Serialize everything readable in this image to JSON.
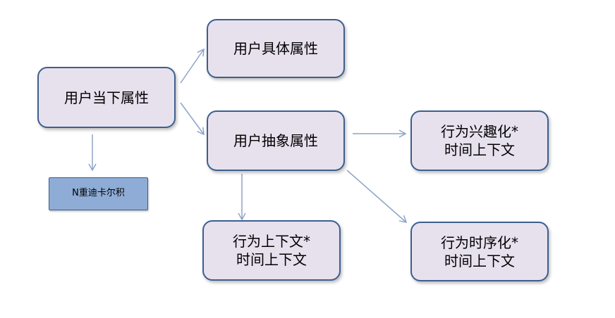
{
  "nodes": {
    "current_attr": "用户当下属性",
    "specific_attr": "用户具体属性",
    "abstract_attr": "用户抽象属性",
    "n_cartesian": "N重迪卡尔积",
    "interest": {
      "line1": "行为兴趣化*",
      "line2": "时间上下文"
    },
    "behavior_context": {
      "line1": "行为上下文*",
      "line2": "时间上下文"
    },
    "timing": {
      "line1": "行为时序化*",
      "line2": "时间上下文"
    }
  },
  "colors": {
    "node_fill": "#e7e1ee",
    "node_border": "#3d5f8f",
    "small_node_fill": "#8eacd6",
    "arrow": "#8da4c8"
  }
}
